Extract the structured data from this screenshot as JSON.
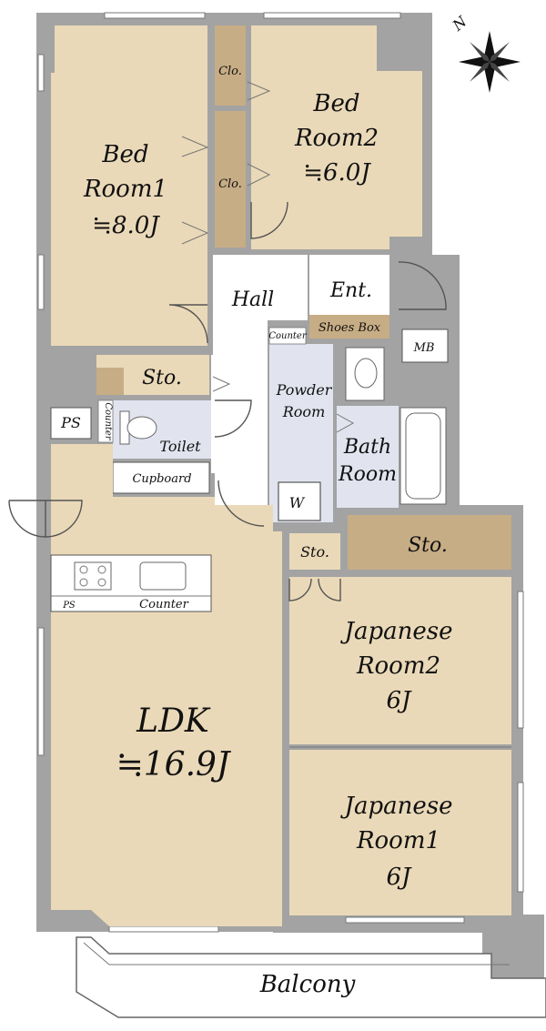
{
  "colors": {
    "wall": "#a3a3a3",
    "room": "#ead9b8",
    "storage": "#c7ad85",
    "wet_area": "#e1e4ef",
    "background": "#ffffff"
  },
  "compass": {
    "label": "N",
    "icon": "compass-rose-icon"
  },
  "rooms": {
    "bed1": {
      "line1": "Bed",
      "line2": "Room1",
      "size": "≒8.0J"
    },
    "bed2": {
      "line1": "Bed",
      "line2": "Room2",
      "size": "≒6.0J"
    },
    "closet_a": "Clo.",
    "closet_b": "Clo.",
    "hall": "Hall",
    "entrance": "Ent.",
    "shoes_box": "Shoes Box",
    "mb": "MB",
    "counter_small": "Counter",
    "storage_1": "Sto.",
    "powder": {
      "line1": "Powder",
      "line2": "Room"
    },
    "bath": {
      "line1": "Bath",
      "line2": "Room"
    },
    "ps_1": "PS",
    "counter_vertical": "Counter",
    "toilet": "Toilet",
    "cupboard": "Cupboard",
    "washer": "W",
    "storage_2": "Sto.",
    "storage_3": "Sto.",
    "ps_2": "PS",
    "kitchen_counter": "Counter",
    "ldk": {
      "line1": "LDK",
      "size": "≒16.9J"
    },
    "japanese2": {
      "line1": "Japanese",
      "line2": "Room2",
      "size": "6J"
    },
    "japanese1": {
      "line1": "Japanese",
      "line2": "Room1",
      "size": "6J"
    },
    "balcony": "Balcony"
  }
}
